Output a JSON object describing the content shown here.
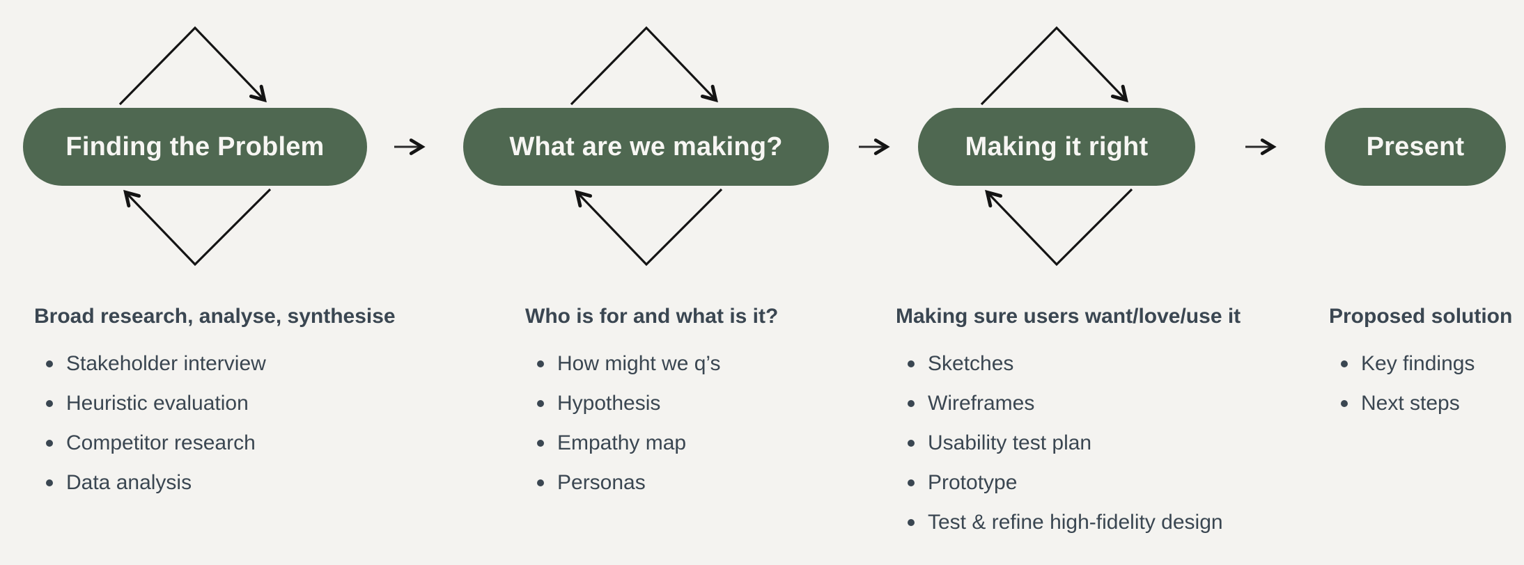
{
  "diagram": {
    "title_implied": "Design process flow",
    "colors": {
      "background": "#f4f3f0",
      "pill_green": "#4f6851",
      "pill_text": "#f7f6f3",
      "body_text": "#3a4651",
      "arrow_black": "#141414"
    },
    "icons": {
      "loop_arrows": "iteration-diamond-arrows",
      "flow_arrow": "right-arrow"
    },
    "stages": [
      {
        "pill_label": "Finding the Problem",
        "has_iteration_loop": true,
        "heading": "Broad research, analyse, synthesise",
        "items": [
          "Stakeholder interview",
          "Heuristic evaluation",
          "Competitor research",
          "Data analysis"
        ]
      },
      {
        "pill_label": "What are we making?",
        "has_iteration_loop": true,
        "heading": "Who is for and what is it?",
        "items": [
          "How might we q’s",
          "Hypothesis",
          "Empathy map",
          "Personas"
        ]
      },
      {
        "pill_label": "Making it right",
        "has_iteration_loop": true,
        "heading": "Making sure users want/love/use it",
        "items": [
          "Sketches",
          "Wireframes",
          "Usability test plan",
          "Prototype",
          "Test & refine high-fidelity design"
        ]
      },
      {
        "pill_label": "Present",
        "has_iteration_loop": false,
        "heading": "Proposed solution",
        "items": [
          "Key findings",
          "Next steps"
        ]
      }
    ]
  }
}
